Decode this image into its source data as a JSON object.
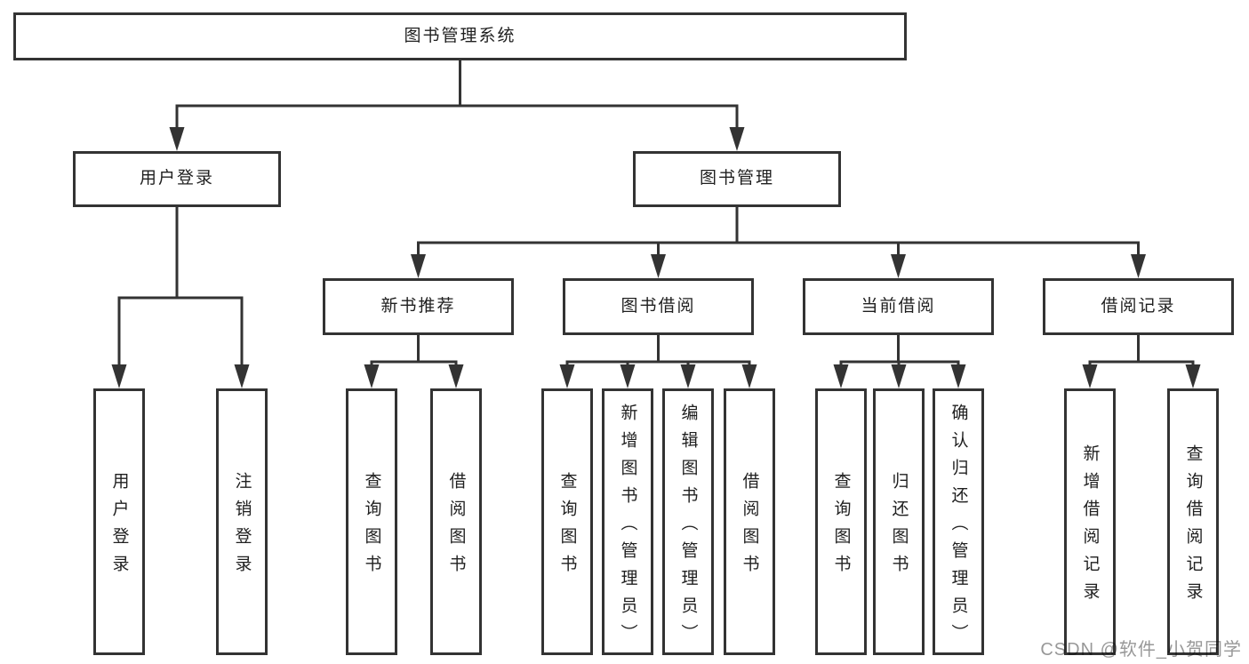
{
  "diagram": {
    "title": "图书管理系统",
    "nodes": [
      {
        "id": "root",
        "label": "图书管理系统"
      },
      {
        "id": "user-login",
        "label": "用户登录"
      },
      {
        "id": "book-mgmt",
        "label": "图书管理"
      },
      {
        "id": "new-book-rec",
        "label": "新书推荐"
      },
      {
        "id": "book-borrow",
        "label": "图书借阅"
      },
      {
        "id": "current-borrow",
        "label": "当前借阅"
      },
      {
        "id": "borrow-record",
        "label": "借阅记录"
      },
      {
        "id": "user-login-action",
        "label": "用户登录"
      },
      {
        "id": "logout-action",
        "label": "注销登录"
      },
      {
        "id": "newbook-query-book",
        "label": "查询图书"
      },
      {
        "id": "newbook-borrow-book",
        "label": "借阅图书"
      },
      {
        "id": "borrow-query-book",
        "label": "查询图书"
      },
      {
        "id": "borrow-add-book",
        "label": "新增图书（管理员）"
      },
      {
        "id": "borrow-edit-book",
        "label": "编辑图书（管理员）"
      },
      {
        "id": "borrow-borrow-book",
        "label": "借阅图书"
      },
      {
        "id": "current-query-book",
        "label": "查询图书"
      },
      {
        "id": "current-return-book",
        "label": "归还图书"
      },
      {
        "id": "current-confirm-return",
        "label": "确认归还（管理员）"
      },
      {
        "id": "record-add-record",
        "label": "新增借阅记录"
      },
      {
        "id": "record-query-record",
        "label": "查询借阅记录"
      }
    ],
    "hierarchy": [
      {
        "parent": "root",
        "children": [
          "user-login",
          "book-mgmt"
        ]
      },
      {
        "parent": "user-login",
        "children": [
          "user-login-action",
          "logout-action"
        ]
      },
      {
        "parent": "book-mgmt",
        "children": [
          "new-book-rec",
          "book-borrow",
          "current-borrow",
          "borrow-record"
        ]
      },
      {
        "parent": "new-book-rec",
        "children": [
          "newbook-query-book",
          "newbook-borrow-book"
        ]
      },
      {
        "parent": "book-borrow",
        "children": [
          "borrow-query-book",
          "borrow-add-book",
          "borrow-edit-book",
          "borrow-borrow-book"
        ]
      },
      {
        "parent": "current-borrow",
        "children": [
          "current-query-book",
          "current-return-book",
          "current-confirm-return"
        ]
      },
      {
        "parent": "borrow-record",
        "children": [
          "record-add-record",
          "record-query-record"
        ]
      }
    ]
  },
  "watermark": {
    "text": "CSDN @软件_小贺同学"
  },
  "colors": {
    "line": "#333333",
    "text": "#1f1f1f",
    "background": "#ffffff",
    "watermark": "#989898"
  }
}
